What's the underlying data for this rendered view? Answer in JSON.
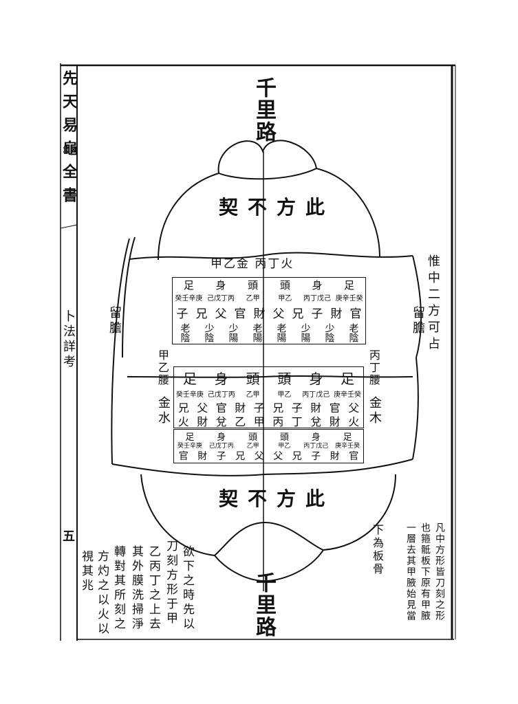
{
  "page": {
    "margin_title": "先天易龜全書",
    "chapter_label": "卜法詳考",
    "page_number": "五"
  },
  "diagram": {
    "top_road": "千里路",
    "bottom_road": "千里路",
    "top_inscription": "此方不契",
    "bottom_inscription": "此方不契",
    "upper_stems": "甲乙金 丙丁火",
    "left_side_label": "留膽",
    "right_side_label": "留膽",
    "waist_left_stems": "甲乙腰",
    "waist_left_element": "金水",
    "waist_right_stems": "丙丁腰",
    "waist_right_element": "金木",
    "upper_table": {
      "positions": [
        "足",
        "身",
        "頭",
        "頭",
        "身",
        "足"
      ],
      "stems": [
        "癸壬辛庚",
        "己戊丁丙",
        "乙甲",
        "甲乙",
        "丙丁戊己",
        "庚辛壬癸"
      ],
      "relations": [
        "子",
        "兄",
        "父",
        "官",
        "財",
        "父",
        "兄",
        "子",
        "財",
        "官"
      ],
      "ages": [
        "老陰",
        "少陰",
        "少陽",
        "老陽",
        "老陽",
        "少陽",
        "少陰",
        "老陰"
      ]
    },
    "middle_table": {
      "positions": [
        "足",
        "身",
        "頭",
        "頭",
        "身",
        "足"
      ],
      "stems": [
        "癸壬辛庚",
        "己戊丁丙",
        "乙甲",
        "甲乙",
        "丙丁戊己",
        "庚辛壬癸"
      ],
      "relations": [
        "兄",
        "父",
        "官",
        "財",
        "子",
        "兄",
        "子",
        "財",
        "官",
        "父"
      ],
      "lower_row": [
        "火",
        "財",
        "兌",
        "乙",
        "甲",
        "丙",
        "丁",
        "兌",
        "財",
        "火"
      ]
    },
    "lower_table": {
      "positions": [
        "足",
        "身",
        "頭",
        "頭",
        "身",
        "足"
      ],
      "stems": [
        "癸壬辛庚",
        "己戊丁丙",
        "乙甲",
        "甲乙",
        "丙丁戊己",
        "庚辛壬癸"
      ],
      "relations": [
        "官",
        "財",
        "子",
        "兄",
        "父",
        "父",
        "兄",
        "子",
        "財",
        "官"
      ]
    },
    "right_note": "惟中二方可占",
    "right_lower_note": "下為板骨"
  },
  "commentary": [
    "凡中方形皆刀刻之形",
    "也箍骶板下原有甲腋",
    "一層去其甲腋始見當",
    "欲下之時先以",
    "刀刻方形于甲",
    "乙丙丁之上去",
    "其外膜洗掃淨",
    "轉對其所刻之",
    "方灼之以火以",
    "視其兆"
  ]
}
